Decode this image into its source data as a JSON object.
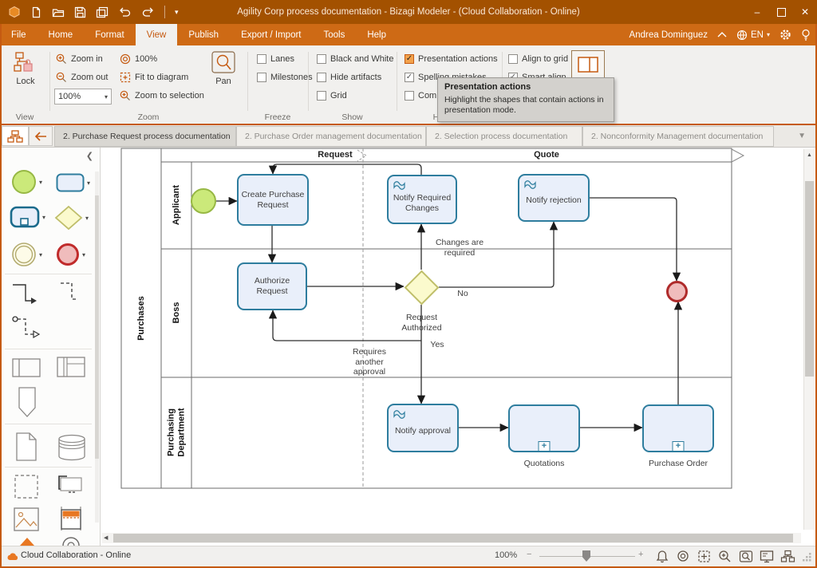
{
  "titlebar": {
    "title": "Agility Corp process documentation - Bizagi Modeler - (Cloud Collaboration - Online)",
    "icon_names": [
      "bizagi-logo",
      "new-file-icon",
      "open-icon",
      "save-icon",
      "save-all-icon",
      "undo-icon",
      "redo-icon",
      "quick-access-caret"
    ],
    "window_controls": [
      "minimize",
      "maximize",
      "close"
    ]
  },
  "menubar": {
    "items": [
      {
        "label": "File"
      },
      {
        "label": "Home"
      },
      {
        "label": "Format"
      },
      {
        "label": "View",
        "active": true
      },
      {
        "label": "Publish"
      },
      {
        "label": "Export / Import"
      },
      {
        "label": "Tools"
      },
      {
        "label": "Help"
      }
    ],
    "user": "Andrea Dominguez",
    "language": "EN",
    "right_icons": [
      "collapse-ribbon-chevron",
      "globe-icon",
      "gear-icon",
      "lightbulb-icon"
    ]
  },
  "ribbon": {
    "view": {
      "button": "Lock",
      "label": "View"
    },
    "zoom": {
      "zoom_in": "Zoom in",
      "zoom_out": "Zoom out",
      "combo_value": "100%",
      "hundred": "100%",
      "fit": "Fit to diagram",
      "selection": "Zoom to selection",
      "pan": "Pan",
      "label": "Zoom"
    },
    "freeze": {
      "items": [
        {
          "label": "Lanes",
          "checked": false
        },
        {
          "label": "Milestones",
          "checked": false
        }
      ],
      "label": "Freeze"
    },
    "show": {
      "items": [
        {
          "label": "Black and White",
          "checked": false
        },
        {
          "label": "Hide artifacts",
          "checked": false
        },
        {
          "label": "Grid",
          "checked": false
        }
      ],
      "label": "Show"
    },
    "highlight": {
      "items": [
        {
          "label": "Presentation actions",
          "checked": true,
          "accent": "#F2A24C"
        },
        {
          "label": "Spelling mistakes",
          "checked": true
        },
        {
          "label": "Comments",
          "checked": false
        }
      ],
      "label": "Highlight"
    },
    "align": {
      "items": [
        {
          "label": "Align to grid",
          "checked": false
        },
        {
          "label": "Smart align",
          "checked": true
        }
      ]
    }
  },
  "tooltip": {
    "title": "Presentation actions",
    "body": "Highlight the shapes that contain actions in presentation mode."
  },
  "tabs": {
    "items": [
      {
        "label": "2. Purchase Request process documentation",
        "active": true
      },
      {
        "label": "2. Purchase Order management documentation",
        "active": false
      },
      {
        "label": "2. Selection process documentation",
        "active": false
      },
      {
        "label": "2. Nonconformity Management documentation",
        "active": false
      }
    ]
  },
  "palette": {
    "icons": [
      "start-event",
      "task",
      "sub-process",
      "gateway",
      "intermediate-event",
      "end-event",
      "sequence-flow",
      "dashed-flow",
      "message-flow",
      "pool",
      "lane-matrix",
      "milestone",
      "data-object",
      "data-store",
      "group",
      "annotation",
      "image",
      "custom-artifact",
      "formats",
      "more"
    ]
  },
  "diagram": {
    "pool": "Purchases",
    "milestones": [
      "Request",
      "Quote"
    ],
    "lanes": [
      "Applicant",
      "Boss",
      "Purchasing Department"
    ],
    "nodes": {
      "create_purchase_request": "Create Purchase Request",
      "notify_required_changes": "Notify Required Changes",
      "notify_rejection": "Notify rejection",
      "authorize_request": "Authorize Request",
      "gateway_label": "Request Authorized",
      "notify_approval": "Notify approval",
      "quotations": "Quotations",
      "purchase_order": "Purchase Order"
    },
    "edge_labels": {
      "changes": "Changes are required",
      "no": "No",
      "yes": "Yes",
      "requires": "Requires another approval"
    },
    "colors": {
      "task_fill": "#E9EFFA",
      "task_border": "#2E7D9E",
      "start_fill": "#CBE97A",
      "start_border": "#97B844",
      "gateway_fill": "#FBFACD",
      "gateway_border": "#BFBE6A",
      "end_fill": "#F0BCBC",
      "end_border": "#AF2B2B"
    }
  },
  "statusbar": {
    "connection": "Cloud Collaboration - Online",
    "zoom_value": "100%",
    "minus": "−",
    "plus": "+",
    "icon_names": [
      "bell-icon",
      "zoom-100-icon",
      "fit-diagram-icon",
      "zoom-in-icon",
      "pan-icon",
      "presentation-icon",
      "diagram-view-icon",
      "resize-grip"
    ]
  }
}
